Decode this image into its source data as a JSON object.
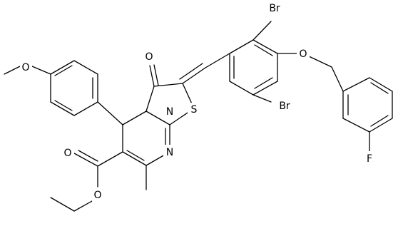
{
  "atom_labels": {
    "br_top": "Br",
    "br_bottom": "Br",
    "o_ether": "O",
    "o_methoxy": "O",
    "o_ketone": "O",
    "n_ring": "N",
    "s_ring": "S",
    "n_imine": "N",
    "f": "F",
    "o_ester_carbonyl": "O",
    "o_ester": "O"
  },
  "colors": {
    "bond": "#000000",
    "label": "#000000",
    "background": "#ffffff"
  }
}
